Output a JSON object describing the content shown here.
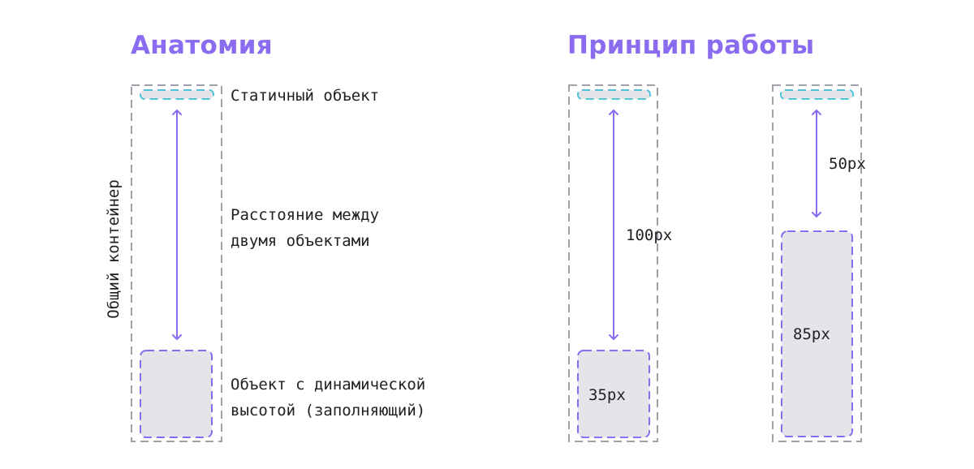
{
  "anatomy": {
    "heading": "Анатомия",
    "container_label": "Общий контейнер",
    "static_object_label": "Статичный объект",
    "distance_label_line1": "Расстояние между",
    "distance_label_line2": "двумя объектами",
    "dynamic_object_label_line1": "Объект с динамической",
    "dynamic_object_label_line2": "высотой (заполняющий)"
  },
  "principle": {
    "heading": "Принцип работы",
    "example_a": {
      "distance_value": "100px",
      "dynamic_height_value": "35px"
    },
    "example_b": {
      "distance_value": "50px",
      "dynamic_height_value": "85px"
    }
  },
  "colors": {
    "accent": "#8b6cf0",
    "container_dash": "#9ea1a8",
    "static_dash": "#4fc3d9",
    "object_fill": "#e4e4e9",
    "text": "#1f1f24"
  }
}
